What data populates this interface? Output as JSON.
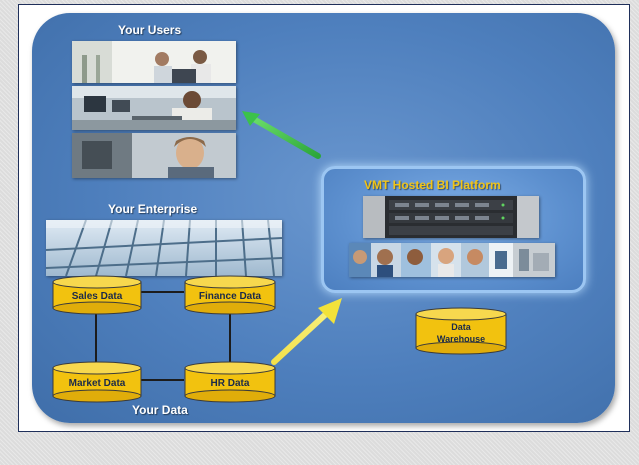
{
  "labels": {
    "your_users": "Your Users",
    "your_enterprise": "Your Enterprise",
    "your_data": "Your Data",
    "platform_title": "VMT Hosted BI Platform"
  },
  "databases": {
    "sales": "Sales Data",
    "finance": "Finance Data",
    "market": "Market Data",
    "hr": "HR Data",
    "warehouse_line1": "Data",
    "warehouse_line2": "Warehouse"
  },
  "colors": {
    "panel": "#4e7fbd",
    "platform_title": "#f0c419",
    "database_fill": "#f2c20f",
    "arrow_users": "#3ac24a",
    "arrow_data": "#f0e020"
  }
}
